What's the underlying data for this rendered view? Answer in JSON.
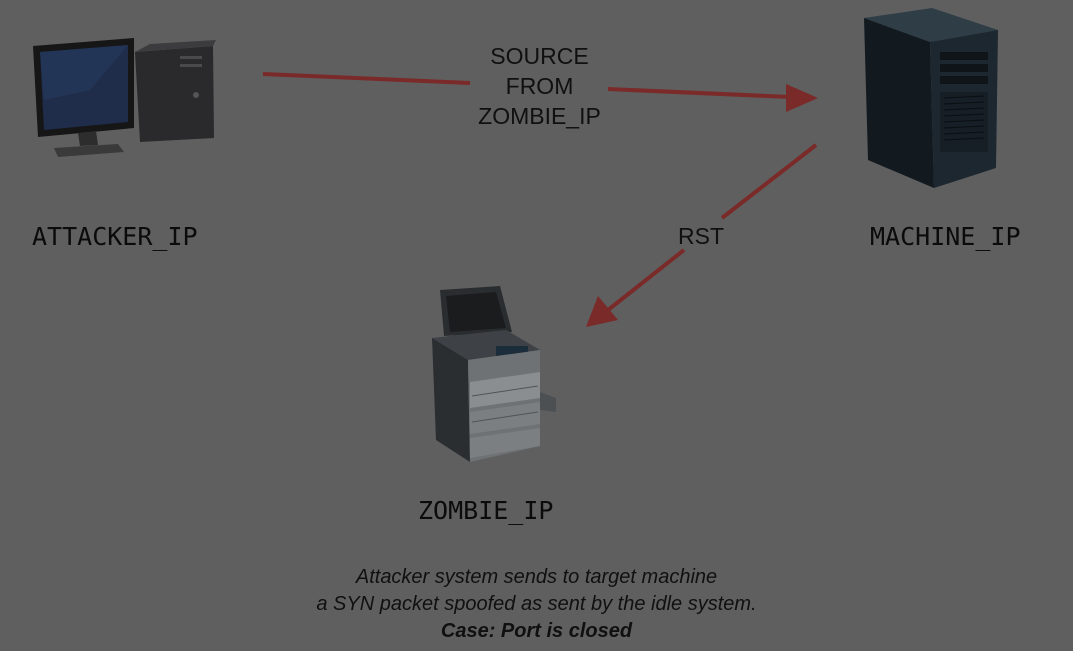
{
  "nodes": {
    "attacker": {
      "label": "ATTACKER_IP",
      "icon": "desktop-computer-icon"
    },
    "machine": {
      "label": "MACHINE_IP",
      "icon": "server-tower-icon"
    },
    "zombie": {
      "label": "ZOMBIE_IP",
      "icon": "printer-copier-icon"
    }
  },
  "edges": {
    "attacker_to_machine": {
      "label_lines": [
        "SOURCE",
        "FROM",
        "ZOMBIE_IP"
      ]
    },
    "machine_to_zombie": {
      "label": "RST"
    }
  },
  "caption": {
    "line1": "Attacker system sends to target machine",
    "line2": "a SYN packet spoofed as sent by the idle system.",
    "case": "Case: Port is closed"
  },
  "colors": {
    "background": "#5f5f5f",
    "arrow": "#7a2a28"
  }
}
